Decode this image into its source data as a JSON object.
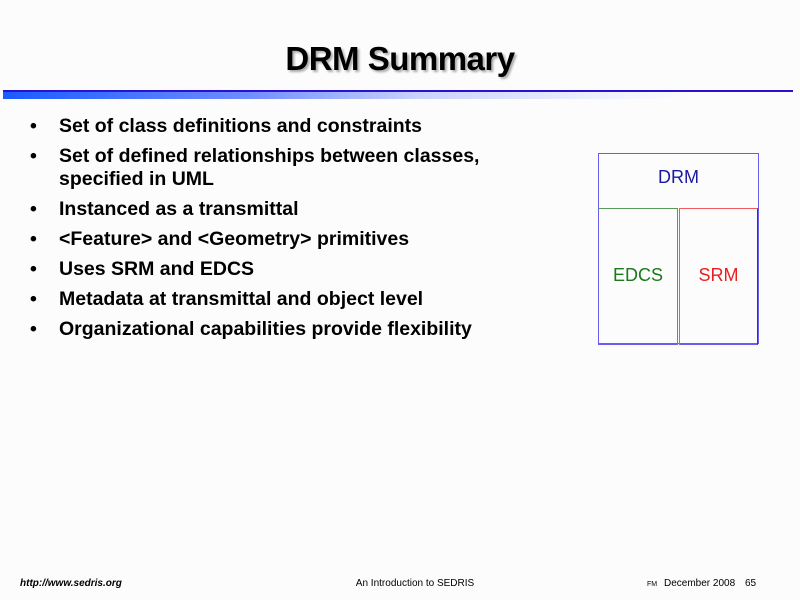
{
  "slide": {
    "title": "DRM Summary",
    "bullets": [
      "Set of class definitions and constraints",
      "Set of defined relationships between classes, specified in UML",
      "Instanced as a transmittal",
      "<Feature> and <Geometry> primitives",
      "Uses SRM and EDCS",
      "Metadata at transmittal and object level",
      "Organizational capabilities provide flexibility"
    ],
    "bullet_glyph": "•",
    "diagram": {
      "top": "DRM",
      "left": "EDCS",
      "right": "SRM"
    }
  },
  "footer": {
    "url": "http://www.sedris.org",
    "center": "An Introduction to SEDRIS",
    "mark": "FM",
    "date": "December 2008",
    "page": "65"
  }
}
